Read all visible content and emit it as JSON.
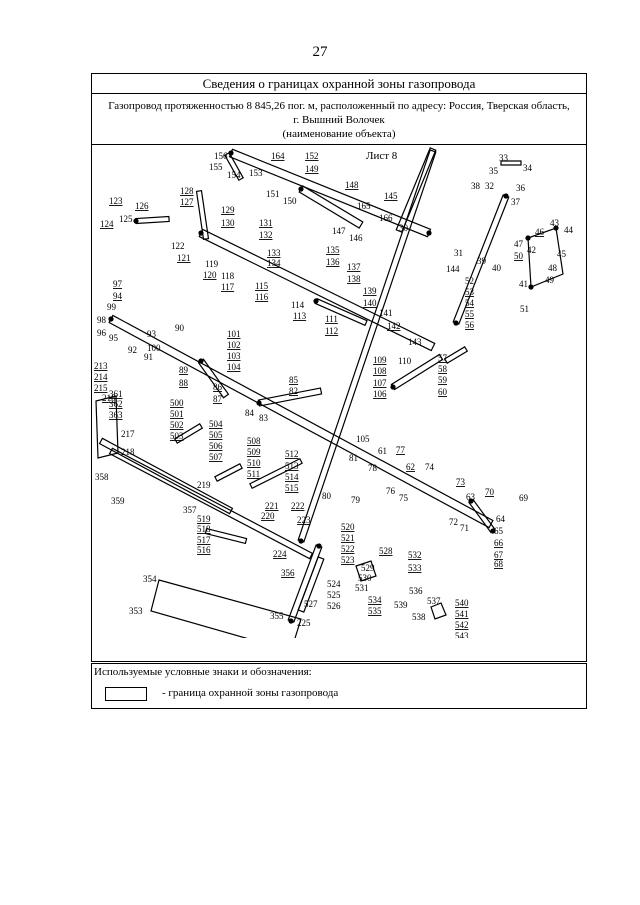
{
  "page_number": "27",
  "header": {
    "title": "Сведения о границах охранной зоны газопровода",
    "description_line1": "Газопровод протяженностью 8 845,26 пог. м, расположенный по адресу: Россия, Тверская область,",
    "description_line2": "г. Вышний Волочек",
    "description_caption": "(наименование объекта)"
  },
  "sheet_label": "Лист 8",
  "legend": {
    "title": "Используемые условные знаки и обозначения:",
    "item_text": "- граница охранной зоны газопровода"
  },
  "point_labels": [
    "156",
    "155",
    "154",
    "153",
    "164",
    "152",
    "149",
    "151",
    "150",
    "148",
    "145",
    "165",
    "147",
    "146",
    "166",
    "30",
    "33",
    "34",
    "35",
    "36",
    "38",
    "32",
    "37",
    "123",
    "124",
    "125",
    "126",
    "128",
    "127",
    "129",
    "130",
    "122",
    "121",
    "119",
    "120",
    "118",
    "117",
    "131",
    "132",
    "133",
    "134",
    "115",
    "116",
    "135",
    "136",
    "137",
    "138",
    "139",
    "140",
    "141",
    "142",
    "114",
    "113",
    "111",
    "112",
    "31",
    "144",
    "39",
    "40",
    "52",
    "53",
    "54",
    "55",
    "56",
    "41",
    "43",
    "44",
    "46",
    "47",
    "42",
    "45",
    "50",
    "48",
    "49",
    "51",
    "97",
    "94",
    "99",
    "98",
    "96",
    "95",
    "93",
    "100",
    "90",
    "92",
    "91",
    "101",
    "102",
    "103",
    "104",
    "89",
    "88",
    "86",
    "87",
    "143",
    "110",
    "57",
    "58",
    "59",
    "60",
    "109",
    "108",
    "107",
    "106",
    "85",
    "82",
    "84",
    "83",
    "213",
    "214",
    "215",
    "216",
    "361",
    "362",
    "363",
    "217",
    "218",
    "500",
    "501",
    "502",
    "503",
    "504",
    "505",
    "506",
    "507",
    "508",
    "509",
    "510",
    "511",
    "512",
    "513",
    "514",
    "515",
    "105",
    "81",
    "61",
    "78",
    "77",
    "62",
    "74",
    "76",
    "75",
    "73",
    "63",
    "70",
    "69",
    "72",
    "71",
    "64",
    "65",
    "66",
    "67",
    "68",
    "358",
    "359",
    "219",
    "357",
    "221",
    "220",
    "222",
    "223",
    "519",
    "518",
    "517",
    "516",
    "80",
    "79",
    "520",
    "521",
    "522",
    "523",
    "224",
    "356",
    "528",
    "529",
    "530",
    "531",
    "532",
    "533",
    "534",
    "535",
    "536",
    "537",
    "539",
    "538",
    "524",
    "525",
    "526",
    "527",
    "540",
    "541",
    "542",
    "543",
    "354",
    "353",
    "355",
    "225"
  ]
}
